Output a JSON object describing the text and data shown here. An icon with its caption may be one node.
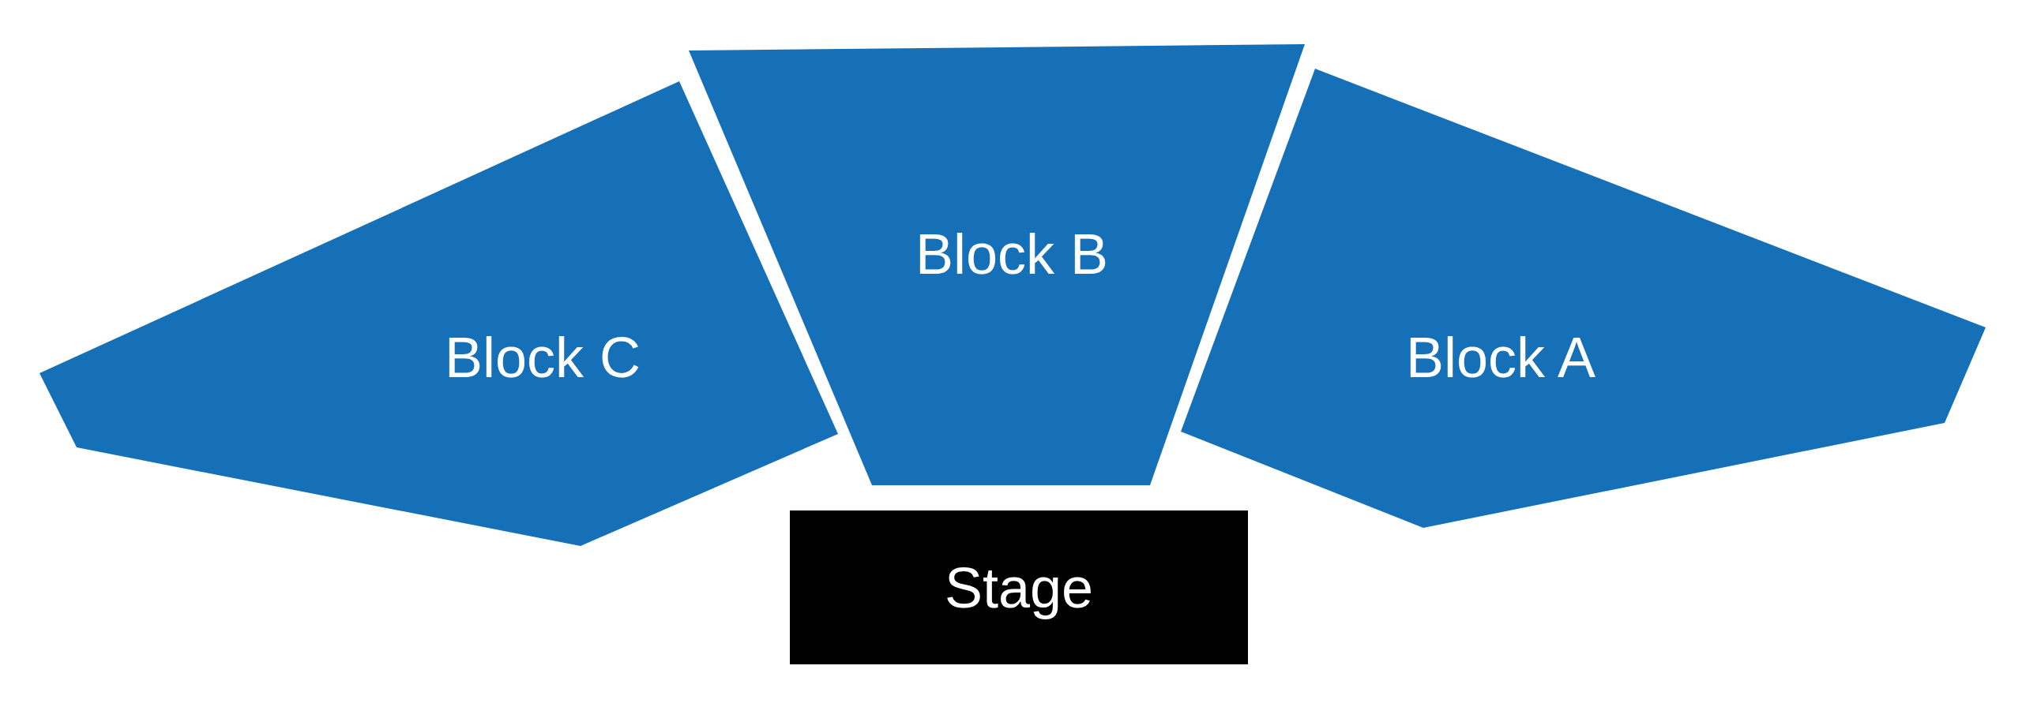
{
  "diagram": {
    "nodes": [
      {
        "text": [
          "Block C"
        ]
      },
      {
        "text": [
          "Block B"
        ]
      },
      {
        "text": [
          "Block A"
        ]
      },
      {
        "text": [
          "Stage"
        ]
      }
    ]
  }
}
